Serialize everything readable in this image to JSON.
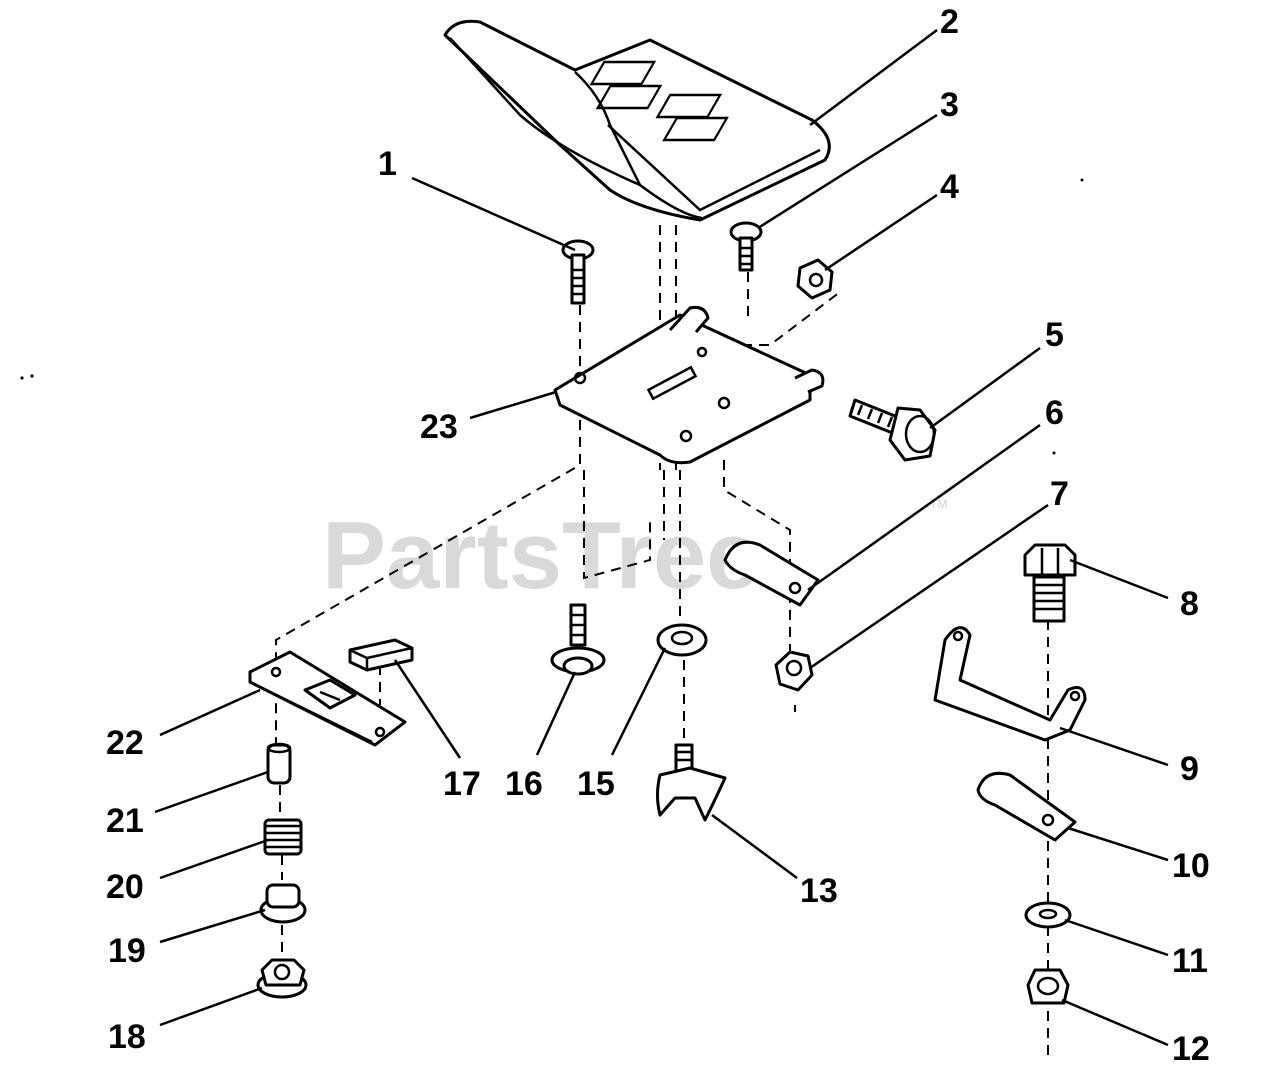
{
  "watermark": "PartsTree",
  "watermark_mark": "TM",
  "callouts": [
    {
      "id": "c1",
      "label": "1"
    },
    {
      "id": "c2",
      "label": "2"
    },
    {
      "id": "c3",
      "label": "3"
    },
    {
      "id": "c4",
      "label": "4"
    },
    {
      "id": "c5",
      "label": "5"
    },
    {
      "id": "c6",
      "label": "6"
    },
    {
      "id": "c7",
      "label": "7"
    },
    {
      "id": "c8",
      "label": "8"
    },
    {
      "id": "c9",
      "label": "9"
    },
    {
      "id": "c10",
      "label": "10"
    },
    {
      "id": "c11",
      "label": "11"
    },
    {
      "id": "c12",
      "label": "12"
    },
    {
      "id": "c13",
      "label": "13"
    },
    {
      "id": "c15",
      "label": "15"
    },
    {
      "id": "c16",
      "label": "16"
    },
    {
      "id": "c17",
      "label": "17"
    },
    {
      "id": "c18",
      "label": "18"
    },
    {
      "id": "c19",
      "label": "19"
    },
    {
      "id": "c20",
      "label": "20"
    },
    {
      "id": "c21",
      "label": "21"
    },
    {
      "id": "c22",
      "label": "22"
    },
    {
      "id": "c23",
      "label": "23"
    }
  ]
}
